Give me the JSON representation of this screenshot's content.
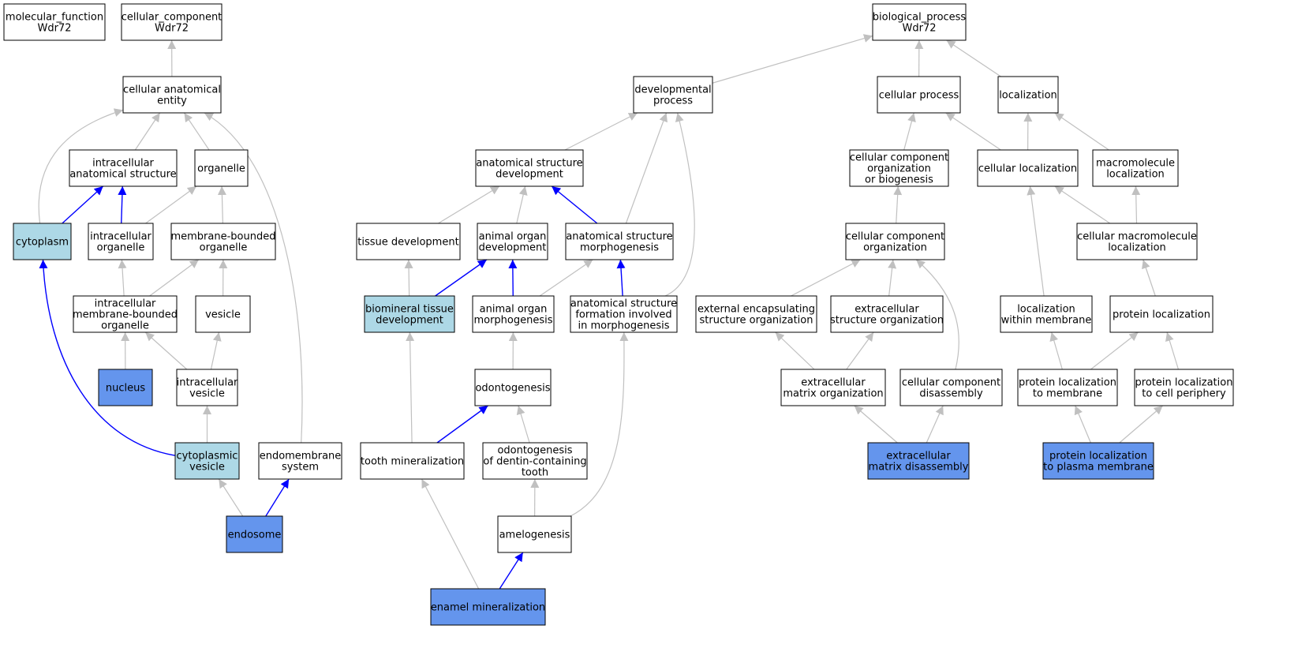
{
  "title": "",
  "colors": {
    "background": "#ffffff",
    "node_border": "#000000",
    "node_default": "#ffffff",
    "node_direct_annotation": "#6495ed",
    "node_inferred": "#add8e6",
    "edge_default": "#c0c0c0",
    "edge_highlight": "#0000ff"
  },
  "nodes": [
    {
      "id": "molecular_function",
      "lines": [
        "molecular_function",
        "Wdr72"
      ],
      "fill": "default"
    },
    {
      "id": "cellular_component",
      "lines": [
        "cellular_component",
        "Wdr72"
      ],
      "fill": "default"
    },
    {
      "id": "biological_process",
      "lines": [
        "biological_process",
        "Wdr72"
      ],
      "fill": "default"
    },
    {
      "id": "cellular_anatomical_entity",
      "lines": [
        "cellular anatomical",
        "entity"
      ],
      "fill": "default"
    },
    {
      "id": "developmental_process",
      "lines": [
        "developmental",
        "process"
      ],
      "fill": "default"
    },
    {
      "id": "cellular_process",
      "lines": [
        "cellular process"
      ],
      "fill": "default"
    },
    {
      "id": "localization",
      "lines": [
        "localization"
      ],
      "fill": "default"
    },
    {
      "id": "intracellular_anatomical_structure",
      "lines": [
        "intracellular",
        "anatomical structure"
      ],
      "fill": "default"
    },
    {
      "id": "organelle",
      "lines": [
        "organelle"
      ],
      "fill": "default"
    },
    {
      "id": "anatomical_structure_development",
      "lines": [
        "anatomical structure",
        "development"
      ],
      "fill": "default"
    },
    {
      "id": "cellular_component_organization_or_biogenesis",
      "lines": [
        "cellular component",
        "organization",
        "or biogenesis"
      ],
      "fill": "default"
    },
    {
      "id": "cellular_localization",
      "lines": [
        "cellular localization"
      ],
      "fill": "default"
    },
    {
      "id": "macromolecule_localization",
      "lines": [
        "macromolecule",
        "localization"
      ],
      "fill": "default"
    },
    {
      "id": "cytoplasm",
      "lines": [
        "cytoplasm"
      ],
      "fill": "inferred"
    },
    {
      "id": "intracellular_organelle",
      "lines": [
        "intracellular",
        "organelle"
      ],
      "fill": "default"
    },
    {
      "id": "membrane_bounded_organelle",
      "lines": [
        "membrane-bounded",
        "organelle"
      ],
      "fill": "default"
    },
    {
      "id": "tissue_development",
      "lines": [
        "tissue development"
      ],
      "fill": "default"
    },
    {
      "id": "animal_organ_development",
      "lines": [
        "animal organ",
        "development"
      ],
      "fill": "default"
    },
    {
      "id": "anatomical_structure_morphogenesis",
      "lines": [
        "anatomical structure",
        "morphogenesis"
      ],
      "fill": "default"
    },
    {
      "id": "cellular_component_organization",
      "lines": [
        "cellular component",
        "organization"
      ],
      "fill": "default"
    },
    {
      "id": "cellular_macromolecule_localization",
      "lines": [
        "cellular macromolecule",
        "localization"
      ],
      "fill": "default"
    },
    {
      "id": "intracellular_membrane_bounded_organelle",
      "lines": [
        "intracellular",
        "membrane-bounded",
        "organelle"
      ],
      "fill": "default"
    },
    {
      "id": "vesicle",
      "lines": [
        "vesicle"
      ],
      "fill": "default"
    },
    {
      "id": "biomineral_tissue_development",
      "lines": [
        "biomineral tissue",
        "development"
      ],
      "fill": "inferred"
    },
    {
      "id": "animal_organ_morphogenesis",
      "lines": [
        "animal organ",
        "morphogenesis"
      ],
      "fill": "default"
    },
    {
      "id": "anatomical_structure_formation",
      "lines": [
        "anatomical structure",
        "formation involved",
        "in morphogenesis"
      ],
      "fill": "default"
    },
    {
      "id": "external_encapsulating_structure_organization",
      "lines": [
        "external encapsulating",
        "structure organization"
      ],
      "fill": "default"
    },
    {
      "id": "extracellular_structure_organization",
      "lines": [
        "extracellular",
        "structure organization"
      ],
      "fill": "default"
    },
    {
      "id": "localization_within_membrane",
      "lines": [
        "localization",
        "within membrane"
      ],
      "fill": "default"
    },
    {
      "id": "protein_localization",
      "lines": [
        "protein localization"
      ],
      "fill": "default"
    },
    {
      "id": "nucleus",
      "lines": [
        "nucleus"
      ],
      "fill": "direct"
    },
    {
      "id": "intracellular_vesicle",
      "lines": [
        "intracellular",
        "vesicle"
      ],
      "fill": "default"
    },
    {
      "id": "odontogenesis",
      "lines": [
        "odontogenesis"
      ],
      "fill": "default"
    },
    {
      "id": "extracellular_matrix_organization",
      "lines": [
        "extracellular",
        "matrix organization"
      ],
      "fill": "default"
    },
    {
      "id": "cellular_component_disassembly",
      "lines": [
        "cellular component",
        "disassembly"
      ],
      "fill": "default"
    },
    {
      "id": "protein_localization_to_membrane",
      "lines": [
        "protein localization",
        "to membrane"
      ],
      "fill": "default"
    },
    {
      "id": "protein_localization_to_cell_periphery",
      "lines": [
        "protein localization",
        "to cell periphery"
      ],
      "fill": "default"
    },
    {
      "id": "cytoplasmic_vesicle",
      "lines": [
        "cytoplasmic",
        "vesicle"
      ],
      "fill": "inferred"
    },
    {
      "id": "endomembrane_system",
      "lines": [
        "endomembrane",
        "system"
      ],
      "fill": "default"
    },
    {
      "id": "tooth_mineralization",
      "lines": [
        "tooth mineralization"
      ],
      "fill": "default"
    },
    {
      "id": "odontogenesis_of_dentin_containing_tooth",
      "lines": [
        "odontogenesis",
        "of dentin-containing",
        "tooth"
      ],
      "fill": "default"
    },
    {
      "id": "extracellular_matrix_disassembly",
      "lines": [
        "extracellular",
        "matrix disassembly"
      ],
      "fill": "direct"
    },
    {
      "id": "protein_localization_to_plasma_membrane",
      "lines": [
        "protein localization",
        "to plasma membrane"
      ],
      "fill": "direct"
    },
    {
      "id": "endosome",
      "lines": [
        "endosome"
      ],
      "fill": "direct"
    },
    {
      "id": "amelogenesis",
      "lines": [
        "amelogenesis"
      ],
      "fill": "default"
    },
    {
      "id": "enamel_mineralization",
      "lines": [
        "enamel mineralization"
      ],
      "fill": "direct"
    }
  ],
  "edges": [
    {
      "from": "cellular_anatomical_entity",
      "to": "cellular_component",
      "color": "default"
    },
    {
      "from": "intracellular_anatomical_structure",
      "to": "cellular_anatomical_entity",
      "color": "default"
    },
    {
      "from": "organelle",
      "to": "cellular_anatomical_entity",
      "color": "default"
    },
    {
      "from": "cytoplasm",
      "to": "cellular_anatomical_entity",
      "color": "default"
    },
    {
      "from": "endomembrane_system",
      "to": "cellular_anatomical_entity",
      "color": "default"
    },
    {
      "from": "cytoplasm",
      "to": "intracellular_anatomical_structure",
      "color": "highlight"
    },
    {
      "from": "intracellular_organelle",
      "to": "intracellular_anatomical_structure",
      "color": "highlight"
    },
    {
      "from": "intracellular_organelle",
      "to": "organelle",
      "color": "default"
    },
    {
      "from": "membrane_bounded_organelle",
      "to": "organelle",
      "color": "default"
    },
    {
      "from": "intracellular_membrane_bounded_organelle",
      "to": "intracellular_organelle",
      "color": "default"
    },
    {
      "from": "intracellular_membrane_bounded_organelle",
      "to": "membrane_bounded_organelle",
      "color": "default"
    },
    {
      "from": "vesicle",
      "to": "membrane_bounded_organelle",
      "color": "default"
    },
    {
      "from": "nucleus",
      "to": "intracellular_membrane_bounded_organelle",
      "color": "default"
    },
    {
      "from": "intracellular_vesicle",
      "to": "intracellular_membrane_bounded_organelle",
      "color": "default"
    },
    {
      "from": "intracellular_vesicle",
      "to": "vesicle",
      "color": "default"
    },
    {
      "from": "cytoplasmic_vesicle",
      "to": "intracellular_vesicle",
      "color": "default"
    },
    {
      "from": "cytoplasmic_vesicle",
      "to": "cytoplasm",
      "color": "highlight"
    },
    {
      "from": "endosome",
      "to": "cytoplasmic_vesicle",
      "color": "default"
    },
    {
      "from": "endosome",
      "to": "endomembrane_system",
      "color": "highlight"
    },
    {
      "from": "developmental_process",
      "to": "biological_process",
      "color": "default"
    },
    {
      "from": "cellular_process",
      "to": "biological_process",
      "color": "default"
    },
    {
      "from": "localization",
      "to": "biological_process",
      "color": "default"
    },
    {
      "from": "anatomical_structure_development",
      "to": "developmental_process",
      "color": "default"
    },
    {
      "from": "anatomical_structure_morphogenesis",
      "to": "developmental_process",
      "color": "default"
    },
    {
      "from": "anatomical_structure_formation",
      "to": "developmental_process",
      "color": "default"
    },
    {
      "from": "tissue_development",
      "to": "anatomical_structure_development",
      "color": "default"
    },
    {
      "from": "animal_organ_development",
      "to": "anatomical_structure_development",
      "color": "default"
    },
    {
      "from": "anatomical_structure_morphogenesis",
      "to": "anatomical_structure_development",
      "color": "highlight"
    },
    {
      "from": "biomineral_tissue_development",
      "to": "tissue_development",
      "color": "default"
    },
    {
      "from": "biomineral_tissue_development",
      "to": "animal_organ_development",
      "color": "highlight"
    },
    {
      "from": "animal_organ_morphogenesis",
      "to": "animal_organ_development",
      "color": "highlight"
    },
    {
      "from": "animal_organ_morphogenesis",
      "to": "anatomical_structure_morphogenesis",
      "color": "default"
    },
    {
      "from": "anatomical_structure_formation",
      "to": "anatomical_structure_morphogenesis",
      "color": "highlight"
    },
    {
      "from": "odontogenesis",
      "to": "animal_organ_morphogenesis",
      "color": "default"
    },
    {
      "from": "tooth_mineralization",
      "to": "biomineral_tissue_development",
      "color": "default"
    },
    {
      "from": "tooth_mineralization",
      "to": "odontogenesis",
      "color": "highlight"
    },
    {
      "from": "odontogenesis_of_dentin_containing_tooth",
      "to": "odontogenesis",
      "color": "default"
    },
    {
      "from": "amelogenesis",
      "to": "odontogenesis_of_dentin_containing_tooth",
      "color": "default"
    },
    {
      "from": "amelogenesis",
      "to": "anatomical_structure_formation",
      "color": "default"
    },
    {
      "from": "enamel_mineralization",
      "to": "tooth_mineralization",
      "color": "default"
    },
    {
      "from": "enamel_mineralization",
      "to": "amelogenesis",
      "color": "highlight"
    },
    {
      "from": "cellular_component_organization_or_biogenesis",
      "to": "cellular_process",
      "color": "default"
    },
    {
      "from": "cellular_localization",
      "to": "cellular_process",
      "color": "default"
    },
    {
      "from": "cellular_localization",
      "to": "localization",
      "color": "default"
    },
    {
      "from": "macromolecule_localization",
      "to": "localization",
      "color": "default"
    },
    {
      "from": "cellular_component_organization",
      "to": "cellular_component_organization_or_biogenesis",
      "color": "default"
    },
    {
      "from": "cellular_macromolecule_localization",
      "to": "cellular_localization",
      "color": "default"
    },
    {
      "from": "cellular_macromolecule_localization",
      "to": "macromolecule_localization",
      "color": "default"
    },
    {
      "from": "localization_within_membrane",
      "to": "cellular_localization",
      "color": "default"
    },
    {
      "from": "external_encapsulating_structure_organization",
      "to": "cellular_component_organization",
      "color": "default"
    },
    {
      "from": "extracellular_structure_organization",
      "to": "cellular_component_organization",
      "color": "default"
    },
    {
      "from": "cellular_component_disassembly",
      "to": "cellular_component_organization",
      "color": "default"
    },
    {
      "from": "protein_localization",
      "to": "cellular_macromolecule_localization",
      "color": "default"
    },
    {
      "from": "extracellular_matrix_organization",
      "to": "external_encapsulating_structure_organization",
      "color": "default"
    },
    {
      "from": "extracellular_matrix_organization",
      "to": "extracellular_structure_organization",
      "color": "default"
    },
    {
      "from": "protein_localization_to_membrane",
      "to": "localization_within_membrane",
      "color": "default"
    },
    {
      "from": "protein_localization_to_membrane",
      "to": "protein_localization",
      "color": "default"
    },
    {
      "from": "protein_localization_to_cell_periphery",
      "to": "protein_localization",
      "color": "default"
    },
    {
      "from": "extracellular_matrix_disassembly",
      "to": "extracellular_matrix_organization",
      "color": "default"
    },
    {
      "from": "extracellular_matrix_disassembly",
      "to": "cellular_component_disassembly",
      "color": "default"
    },
    {
      "from": "protein_localization_to_plasma_membrane",
      "to": "protein_localization_to_membrane",
      "color": "default"
    },
    {
      "from": "protein_localization_to_plasma_membrane",
      "to": "protein_localization_to_cell_periphery",
      "color": "default"
    }
  ]
}
